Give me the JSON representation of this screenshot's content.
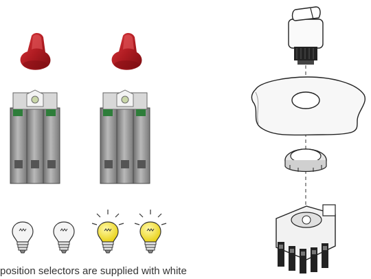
{
  "caption": "position selectors are supplied with white",
  "colors": {
    "knob_red": "#b01c22",
    "knob_red_dark": "#7c0e12",
    "bulb_white": "#f4f4f4",
    "bulb_yellow": "#f5e02a",
    "block_green": "#2e7d3a"
  },
  "icons": {
    "knob": "rotary-selector-knob",
    "contact_block": "contact-block",
    "lamp_white": "lamp-white",
    "lamp_yellow": "lamp-lit-yellow"
  }
}
